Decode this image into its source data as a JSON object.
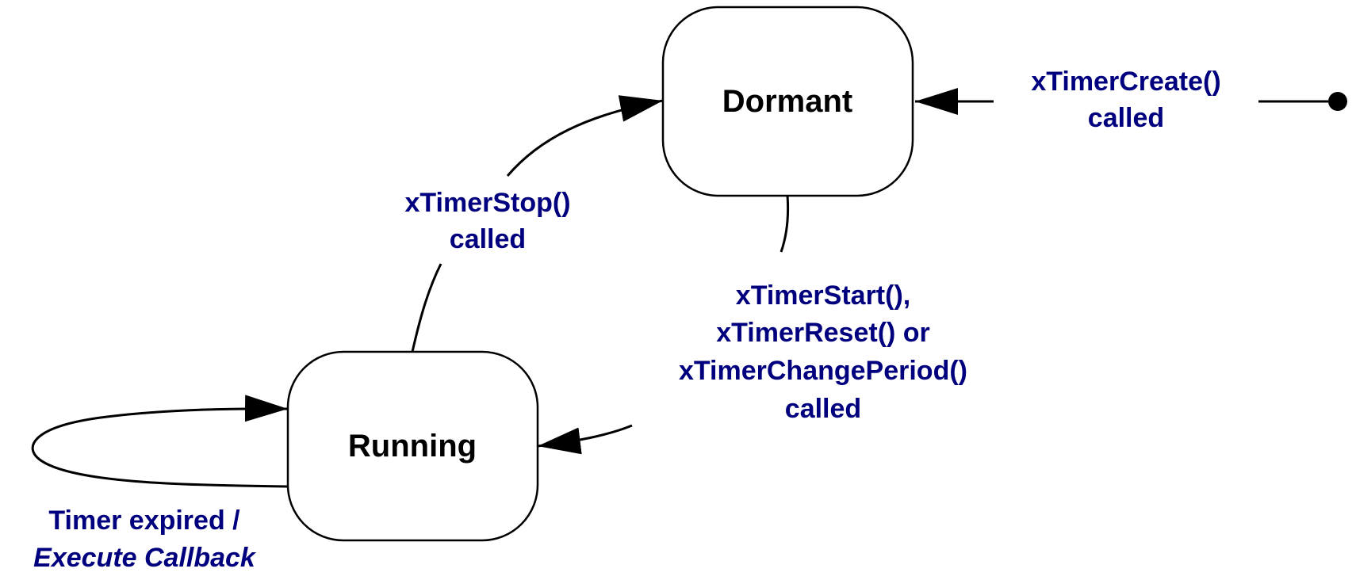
{
  "colors": {
    "state_stroke": "#000000",
    "state_fill": "#ffffff",
    "edge": "#000000",
    "label": "#00007f"
  },
  "states": {
    "dormant": {
      "label": "Dormant"
    },
    "running": {
      "label": "Running"
    }
  },
  "transitions": {
    "create": {
      "line1": "xTimerCreate()",
      "line2": "called"
    },
    "stop": {
      "line1": "xTimerStop()",
      "line2": "called"
    },
    "start": {
      "line1": "xTimerStart(),",
      "line2": "xTimerReset() or",
      "line3": "xTimerChangePeriod()",
      "line4": "called"
    },
    "expired": {
      "line1": "Timer expired /",
      "line2": "Execute Callback"
    }
  }
}
